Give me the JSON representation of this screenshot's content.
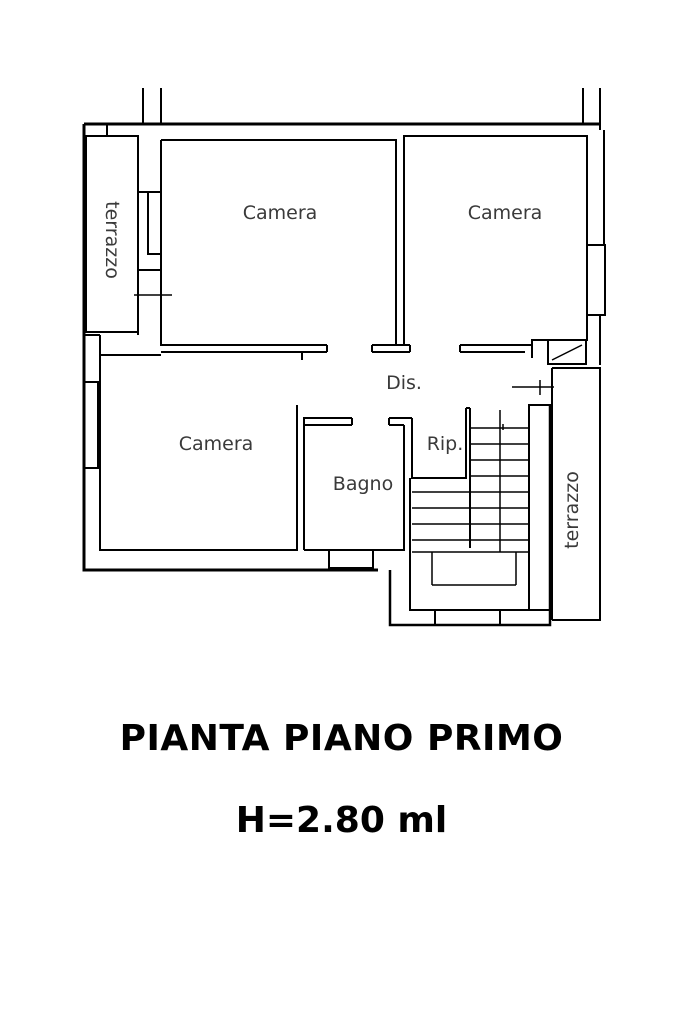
{
  "rooms": {
    "camera_top_left": "Camera",
    "camera_top_right": "Camera",
    "camera_bottom_left": "Camera",
    "disimpegno": "Dis.",
    "ripostiglio": "Rip.",
    "bagno": "Bagno",
    "terrazzo_left": "terrazzo",
    "terrazzo_right": "terrazzo"
  },
  "title": "PIANTA PIANO PRIMO",
  "height": "H=2.80 ml"
}
